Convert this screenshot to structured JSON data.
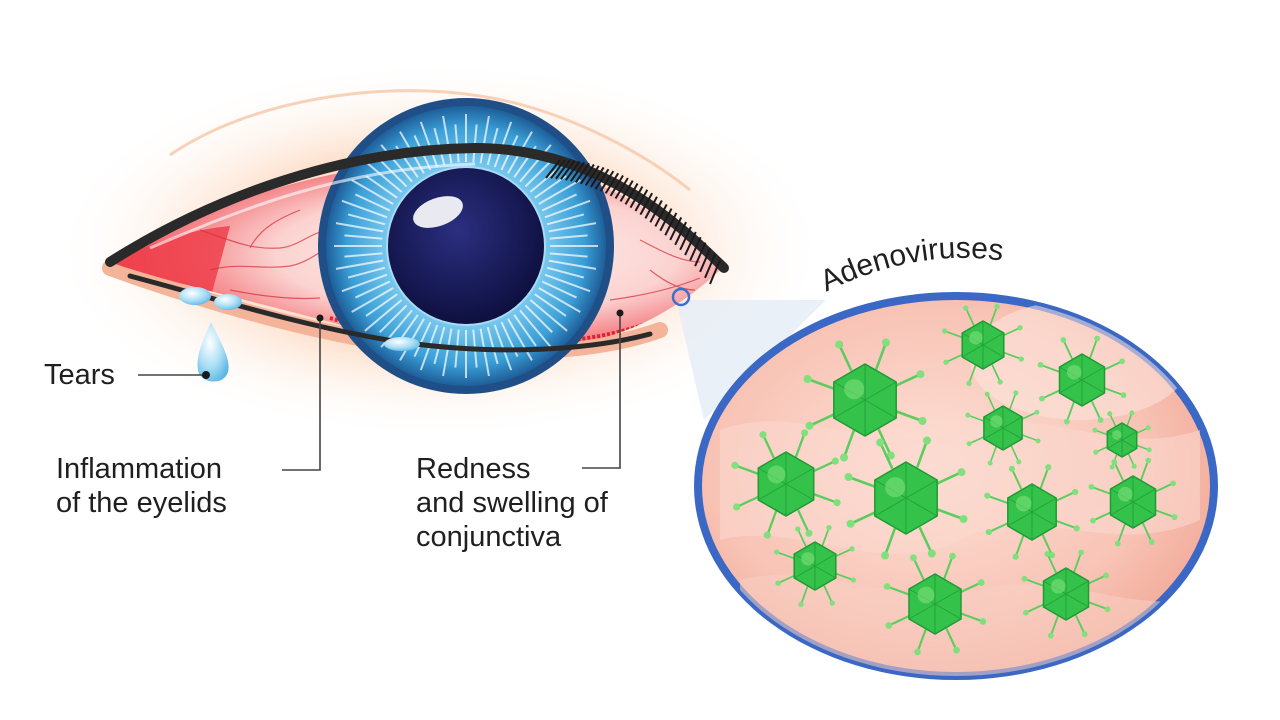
{
  "labels": {
    "tears": "Tears",
    "inflammation_line1": "Inflammation",
    "inflammation_line2": "of the eyelids",
    "redness_line1": "Redness",
    "redness_line2": "and swelling of",
    "redness_line3": "conjunctiva",
    "adenoviruses": "Adenoviruses"
  },
  "colors": {
    "skin": "#fde4d2",
    "sclera_red": "#f04a56",
    "iris_blue": "#4aa8d8",
    "pupil": "#1a1a5e",
    "lens_border": "#3e6fc8",
    "lens_fill": "#f8c8bc",
    "virus_green": "#36c44a",
    "tear": "#8fd0ee"
  },
  "icons": [
    "eye-icon",
    "tear-drop-icon",
    "magnifier-lens-icon",
    "virus-icon"
  ]
}
